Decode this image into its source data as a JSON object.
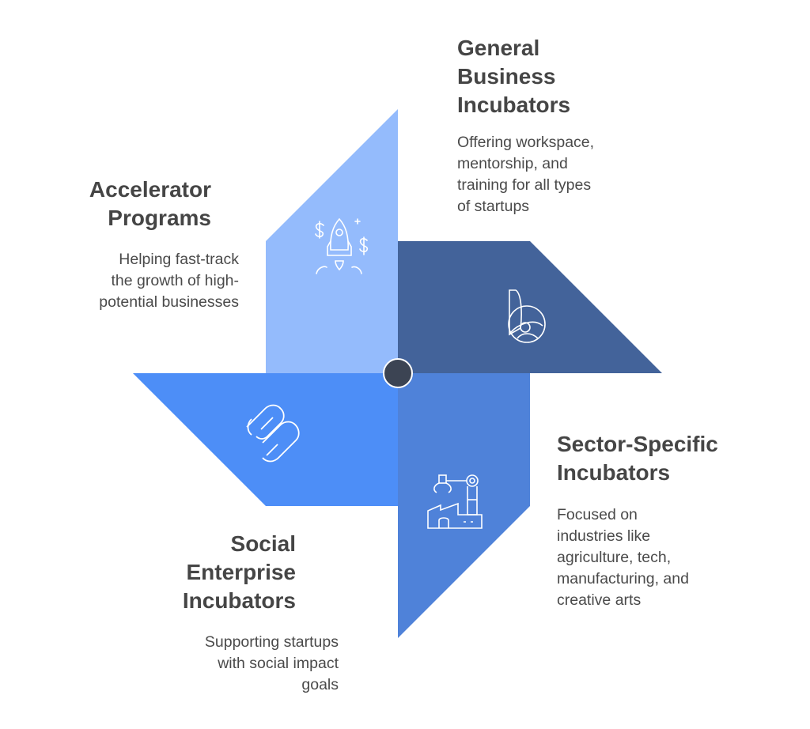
{
  "colors": {
    "accelerator": "#94bbfc",
    "general": "#43639a",
    "sector": "#4f82d9",
    "social": "#4d8ef7",
    "hub": "#3c4453"
  },
  "blades": [
    {
      "key": "general",
      "title": "General\nBusiness\nIncubators",
      "description": "Offering workspace,\nmentorship, and\ntraining for all types\nof startups",
      "icon": "b-logo-icon"
    },
    {
      "key": "accelerator",
      "title": "Accelerator\nPrograms",
      "description": "Helping fast-track\nthe growth of high-\npotential businesses",
      "icon": "rocket-dollar-icon"
    },
    {
      "key": "sector",
      "title": "Sector-Specific\nIncubators",
      "description": "Focused on\nindustries like\nagriculture, tech,\nmanufacturing, and\ncreative arts",
      "icon": "factory-robot-arm-icon"
    },
    {
      "key": "social",
      "title": "Social\nEnterprise\nIncubators",
      "description": "Supporting startups\nwith social impact\ngoals",
      "icon": "squarespace-logo-icon"
    }
  ]
}
